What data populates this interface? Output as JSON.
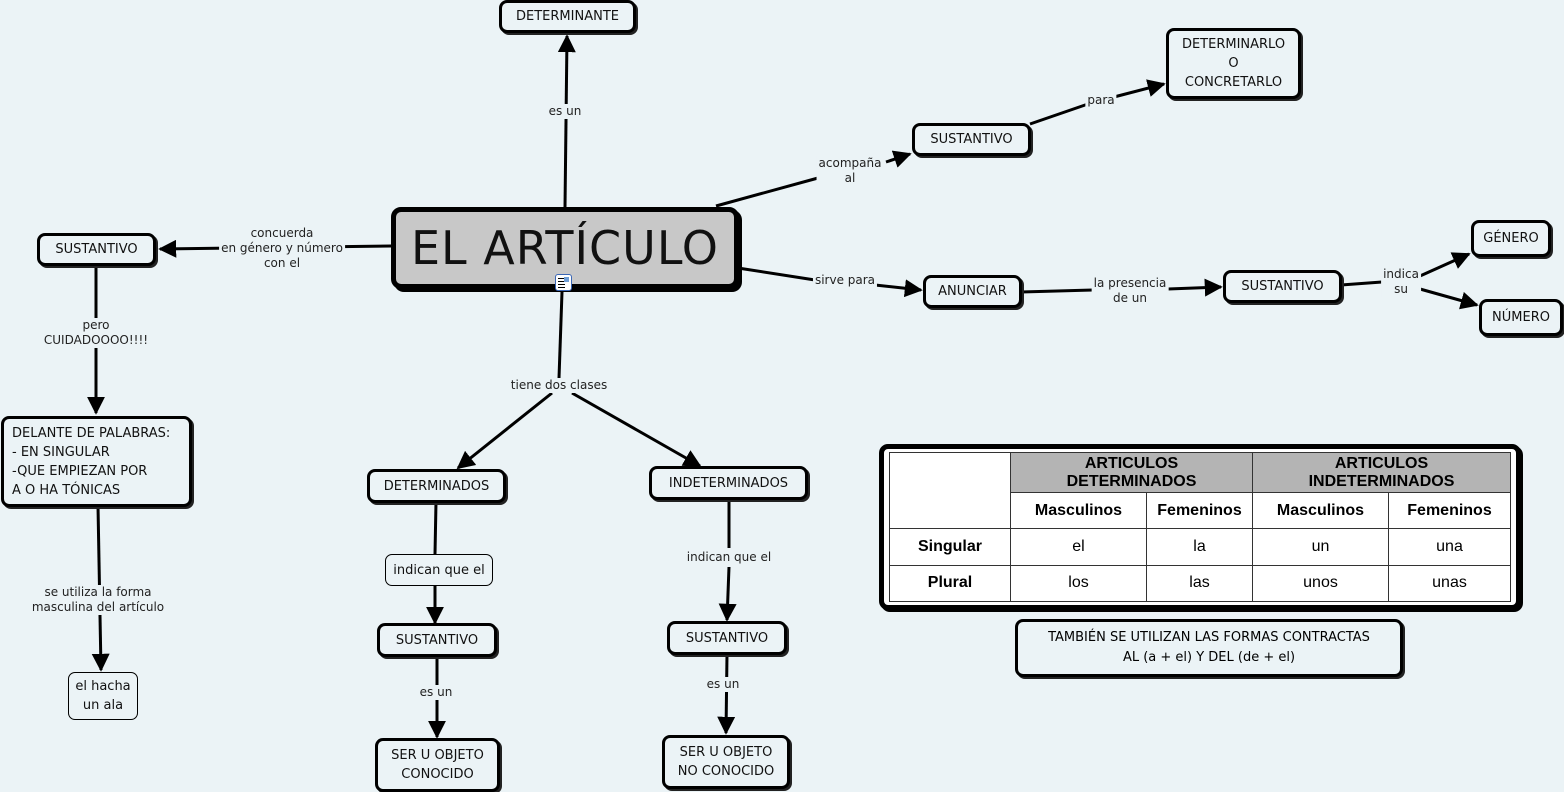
{
  "main_concept": "EL ARTÍCULO",
  "attached_icon": "document-resource-icon",
  "nodes": {
    "determinante": "DETERMINANTE",
    "sustantivo_left": "SUSTANTIVO",
    "delante": "DELANTE DE PALABRAS:\n- EN SINGULAR\n-QUE EMPIEZAN POR\nA O HA TÓNICAS",
    "el_hacha": "el hacha\nun ala",
    "sustantivo_top": "SUSTANTIVO",
    "determinarlo": "DETERMINARLO\nO\nCONCRETARLO",
    "anunciar": "ANUNCIAR",
    "sustantivo_right": "SUSTANTIVO",
    "genero": "GÉNERO",
    "numero": "NÚMERO",
    "determinados": "DETERMINADOS",
    "indicanq": "indican que el",
    "sustantivo_det": "SUSTANTIVO",
    "ser_conocido": "SER U OBJETO\nCONOCIDO",
    "indeterminados": "INDETERMINADOS",
    "sustantivo_indet": "SUSTANTIVO",
    "ser_no_conocido": "SER U OBJETO\nNO CONOCIDO"
  },
  "links": {
    "es_un_top": "es un",
    "concuerda": "concuerda\nen género y número\ncon el",
    "pero": "pero\nCUIDADOOOO!!!!",
    "se_utiliza": "se utiliza la forma\nmasculina del artículo",
    "acompana": "acompaña\nal",
    "para": "para",
    "sirve_para": "sirve para",
    "la_presencia": "la presencia\nde un",
    "indica_su": "indica\nsu",
    "tiene_dos": "tiene dos clases",
    "indican_indet": "indican que el",
    "es_un_det": "es un",
    "es_un_indet": "es un"
  },
  "table": {
    "group_headers": [
      "ARTICULOS\nDETERMINADOS",
      "ARTICULOS\nINDETERMINADOS"
    ],
    "sub_headers": [
      "Masculinos",
      "Femeninos",
      "Masculinos",
      "Femeninos"
    ],
    "rows": [
      {
        "label": "Singular",
        "cells": [
          "el",
          "la",
          "un",
          "una"
        ]
      },
      {
        "label": "Plural",
        "cells": [
          "los",
          "las",
          "unos",
          "unas"
        ]
      }
    ]
  },
  "note": "TAMBIÉN SE UTILIZAN LAS FORMAS CONTRACTAS\nAL (a + el) Y DEL (de + el)"
}
